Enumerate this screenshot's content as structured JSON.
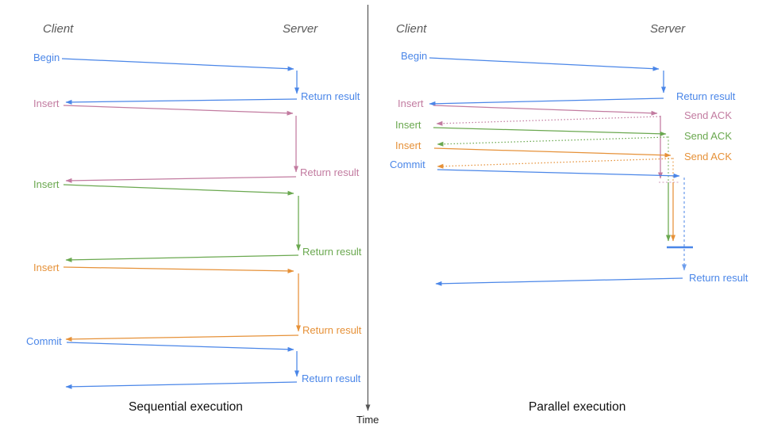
{
  "colors": {
    "blue": "#4a86e8",
    "pink": "#c27ba0",
    "green": "#6aa84f",
    "orange": "#e69138",
    "header_gray": "#5a5a5a",
    "axis": "#555555",
    "caption": "#111111",
    "time": "#222222"
  },
  "timeline": {
    "label": "Time"
  },
  "left": {
    "client_header": "Client",
    "server_header": "Server",
    "caption": "Sequential execution",
    "messages": [
      {
        "name": "Begin",
        "color": "blue",
        "response": "Return result"
      },
      {
        "name": "Insert",
        "color": "pink",
        "response": "Return result"
      },
      {
        "name": "Insert",
        "color": "green",
        "response": "Return result"
      },
      {
        "name": "Insert",
        "color": "orange",
        "response": "Return result"
      },
      {
        "name": "Commit",
        "color": "blue",
        "response": "Return result"
      }
    ]
  },
  "right": {
    "client_header": "Client",
    "server_header": "Server",
    "caption": "Parallel execution",
    "messages": [
      {
        "name": "Begin",
        "color": "blue",
        "response": "Return result"
      },
      {
        "name": "Insert",
        "color": "pink",
        "response": "Send ACK"
      },
      {
        "name": "Insert",
        "color": "green",
        "response": "Send ACK"
      },
      {
        "name": "Insert",
        "color": "orange",
        "response": "Send ACK"
      },
      {
        "name": "Commit",
        "color": "blue",
        "response": "Return result"
      }
    ]
  }
}
